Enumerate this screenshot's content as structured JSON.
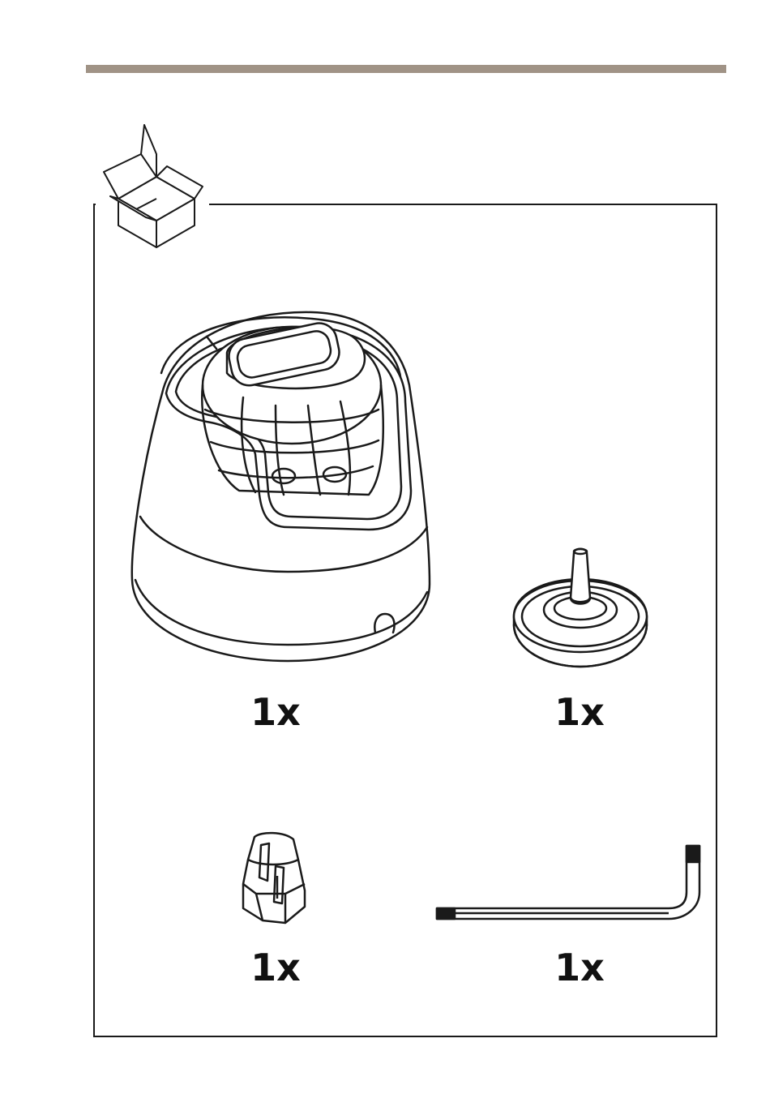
{
  "colors": {
    "top_bar": "#a09386",
    "line": "#1a1a1a",
    "frame": "#1a1a1a"
  },
  "header": {
    "divider_icon": "horizontal-rule"
  },
  "package": {
    "icon": "open-box-icon"
  },
  "items": [
    {
      "name": "dome-camera",
      "icon": "dome-camera-icon",
      "quantity": "1x"
    },
    {
      "name": "cable-grommet",
      "icon": "cable-grommet-icon",
      "quantity": "1x"
    },
    {
      "name": "terminal-block-connector",
      "icon": "connector-icon",
      "quantity": "1x"
    },
    {
      "name": "torx-key",
      "icon": "torx-l-key-icon",
      "quantity": "1x"
    }
  ]
}
